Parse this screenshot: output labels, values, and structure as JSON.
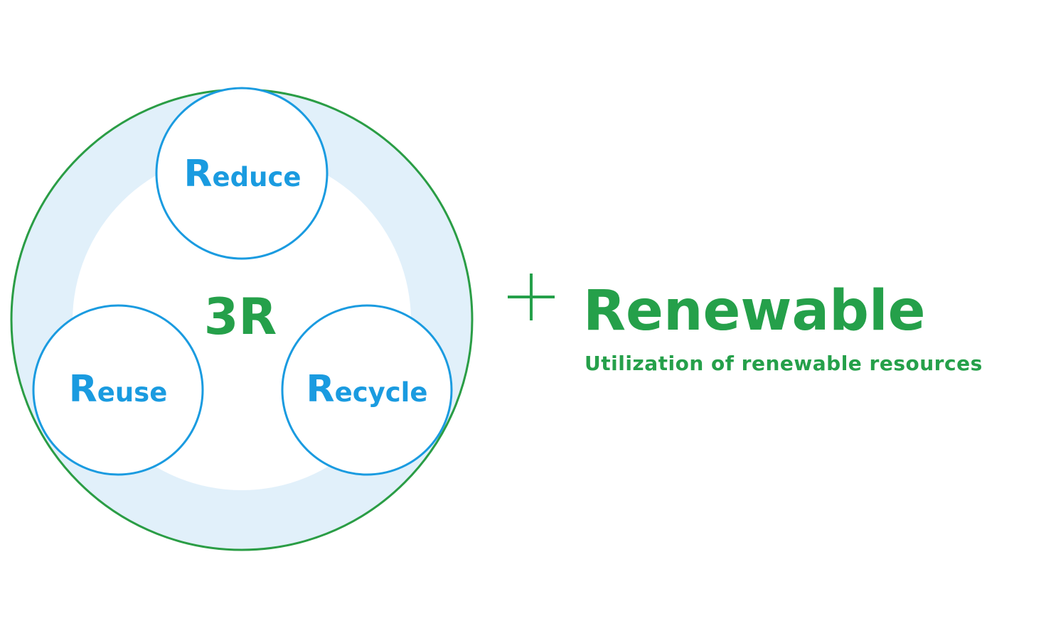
{
  "colors": {
    "outer_ring": "#2a9d45",
    "band_fill": "#e1f0fa",
    "inner_circle_stroke": "#1a9be0",
    "inner_circle_text": "#1a9be0",
    "center_text": "#25a04a",
    "renewable_text": "#25a04a"
  },
  "diagram": {
    "center_label": "3R",
    "circles": [
      {
        "initial": "R",
        "rest": "educe",
        "full": "Reduce"
      },
      {
        "initial": "R",
        "rest": "euse",
        "full": "Reuse"
      },
      {
        "initial": "R",
        "rest": "ecycle",
        "full": "Recycle"
      }
    ]
  },
  "plus_symbol": "+",
  "renewable": {
    "title": "Renewable",
    "subtitle": "Utilization of renewable resources"
  }
}
